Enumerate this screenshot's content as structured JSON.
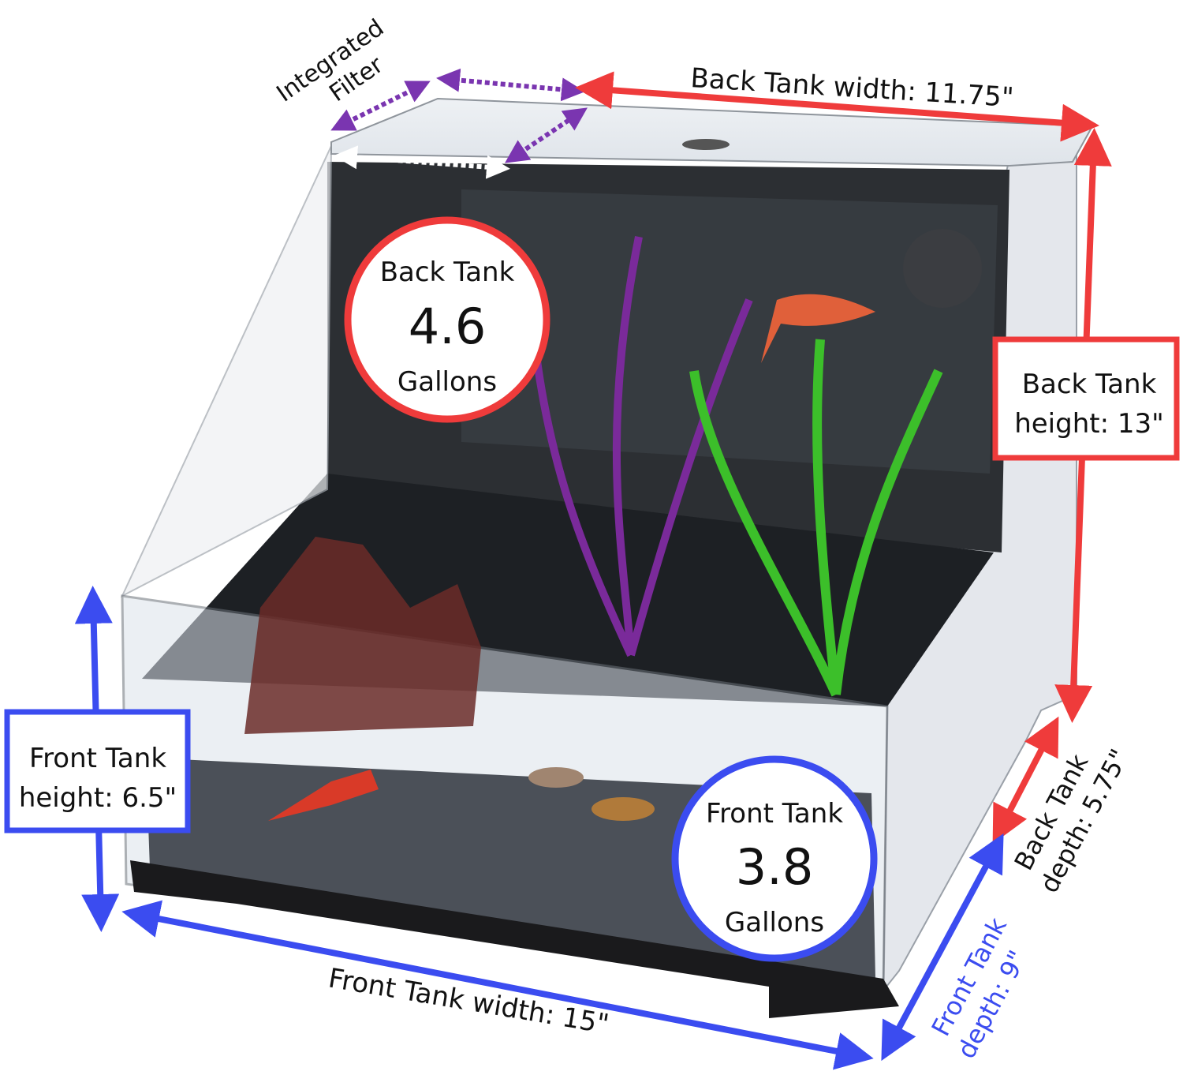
{
  "colors": {
    "back": "#ef3b3b",
    "front": "#3b4cf0",
    "filter": "#7a35b0"
  },
  "filter_label": {
    "line1": "Integrated",
    "line2": "Filter"
  },
  "back_tank": {
    "width_label": "Back Tank width: 11.75\"",
    "height_line1": "Back Tank",
    "height_line2": "height: 13\"",
    "depth_line1": "Back Tank",
    "depth_line2": "depth: 5.75\"",
    "badge_title": "Back Tank",
    "badge_value": "4.6",
    "badge_unit": "Gallons"
  },
  "front_tank": {
    "width_label": "Front Tank width: 15\"",
    "height_line1": "Front Tank",
    "height_line2": "height: 6.5\"",
    "depth_line1": "Front Tank",
    "depth_line2": "depth: 9\"",
    "badge_title": "Front Tank",
    "badge_value": "3.8",
    "badge_unit": "Gallons"
  }
}
